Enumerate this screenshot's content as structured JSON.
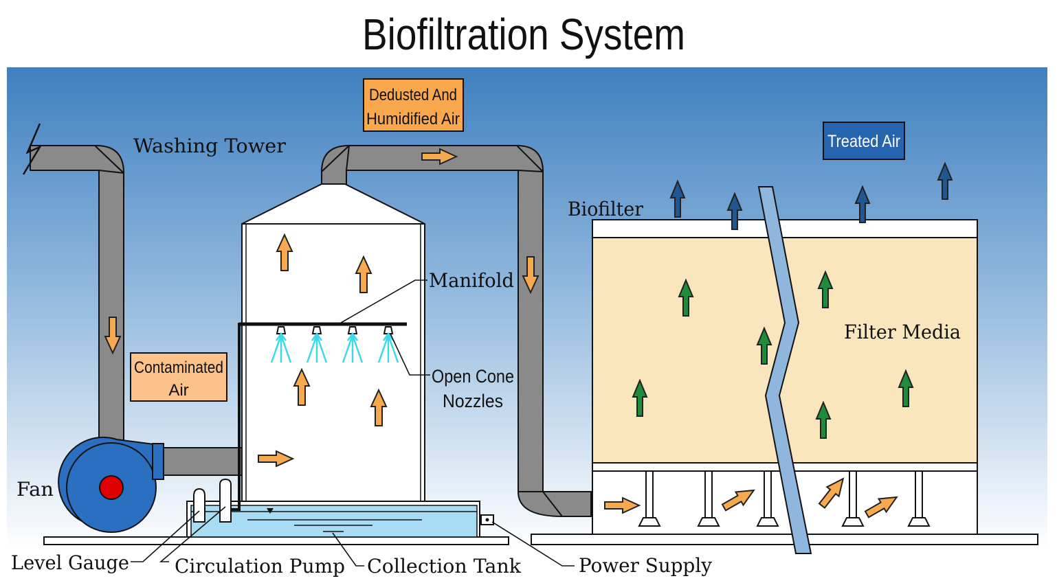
{
  "title": "Biofiltration System",
  "labels": {
    "washing_tower": "Washing Tower",
    "biofilter": "Biofilter",
    "manifold": "Manifold",
    "open_cone_nozzles_1": "Open Cone",
    "open_cone_nozzles_2": "Nozzles",
    "filter_media": "Filter Media",
    "fan": "Fan",
    "level_gauge": "Level Gauge",
    "circulation_pump": "Circulation Pump",
    "collection_tank": "Collection Tank",
    "power_supply": "Power Supply"
  },
  "boxes": {
    "dedusted_1": "Dedusted And",
    "dedusted_2": "Humidified Air",
    "treated_air": "Treated Air",
    "contaminated_1": "Contaminated",
    "contaminated_2": "Air"
  },
  "colors": {
    "sky_top": "#3f7fbf",
    "sky_bottom": "#ffffff",
    "duct": "#8a8a8a",
    "fan": "#2a6fc0",
    "fan_hub": "#e00000",
    "media": "#fae6bd",
    "water": "#a8dcf5",
    "orange_box": "#f9a84d",
    "peach_box": "#fbc28a",
    "blue_box": "#2565b0",
    "arrow_orange": "#f7a950",
    "arrow_green": "#1e8c3a",
    "arrow_navy": "#21568f",
    "spray": "#3fd8ea"
  }
}
